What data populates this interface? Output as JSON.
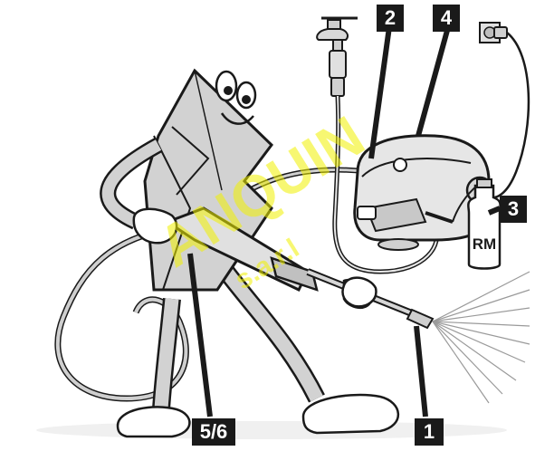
{
  "callouts": {
    "c1": "1",
    "c2": "2",
    "c3": "3",
    "c4": "4",
    "c56": "5/6"
  },
  "bottle_label": "RM",
  "watermark": {
    "brand": "ANQUIN",
    "sub": "s.a.r.l"
  },
  "colors": {
    "line": "#1a1a1a",
    "machine_fill": "#e6e6e6",
    "figure_fill": "#d2d2d2",
    "watermark": "#f2f200"
  }
}
